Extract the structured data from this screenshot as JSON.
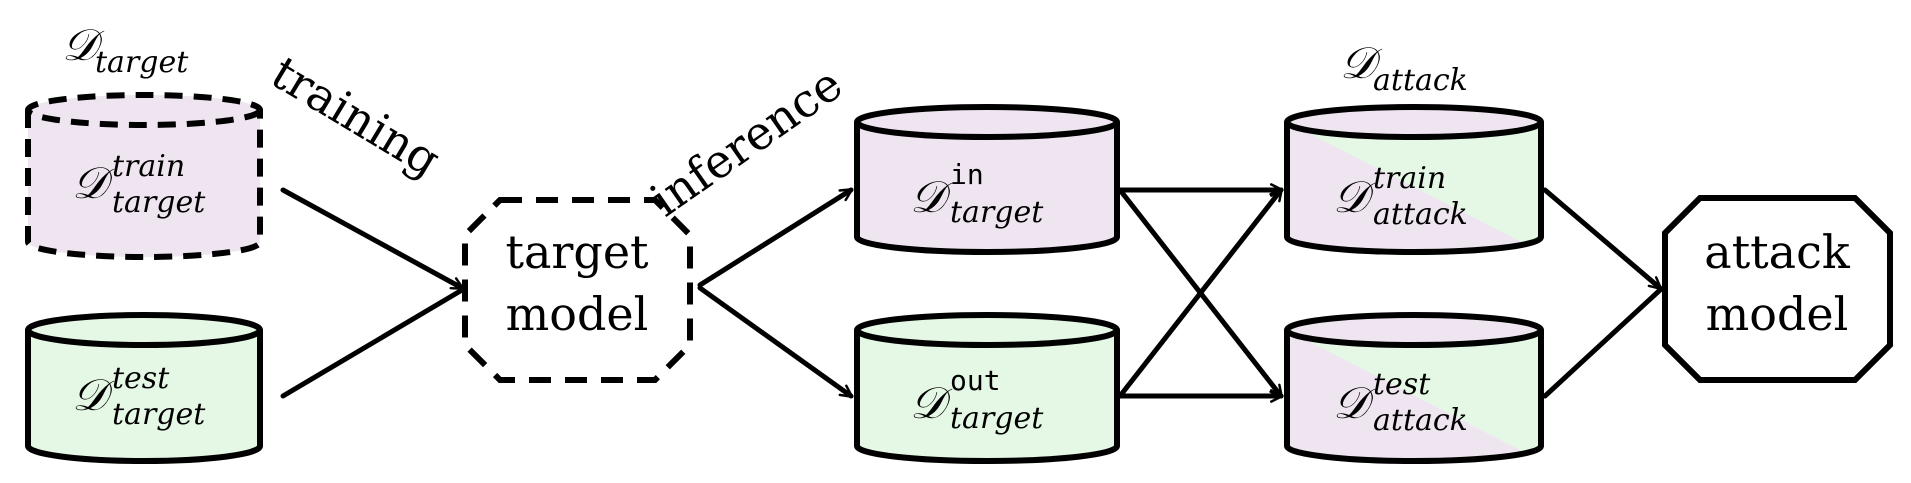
{
  "colors": {
    "stroke": "#000000",
    "train_fill": "#efe5f0",
    "test_fill": "#e5f7e5",
    "background": "#ffffff"
  },
  "labels": {
    "d_symbol": "𝒟",
    "dataset_target_sub": "target",
    "dataset_attack_sub": "attack",
    "edge_training": "training",
    "edge_inference": "inference"
  },
  "nodes": {
    "target_train": {
      "sup": "train",
      "sub": "target"
    },
    "target_test": {
      "sup": "test",
      "sub": "target"
    },
    "target_model": {
      "line1": "target",
      "line2": "model"
    },
    "target_in": {
      "sup": "in",
      "sub": "target"
    },
    "target_out": {
      "sup": "out",
      "sub": "target"
    },
    "attack_train": {
      "sup": "train",
      "sub": "attack"
    },
    "attack_test": {
      "sup": "test",
      "sub": "attack"
    },
    "attack_model": {
      "line1": "attack",
      "line2": "model"
    }
  }
}
